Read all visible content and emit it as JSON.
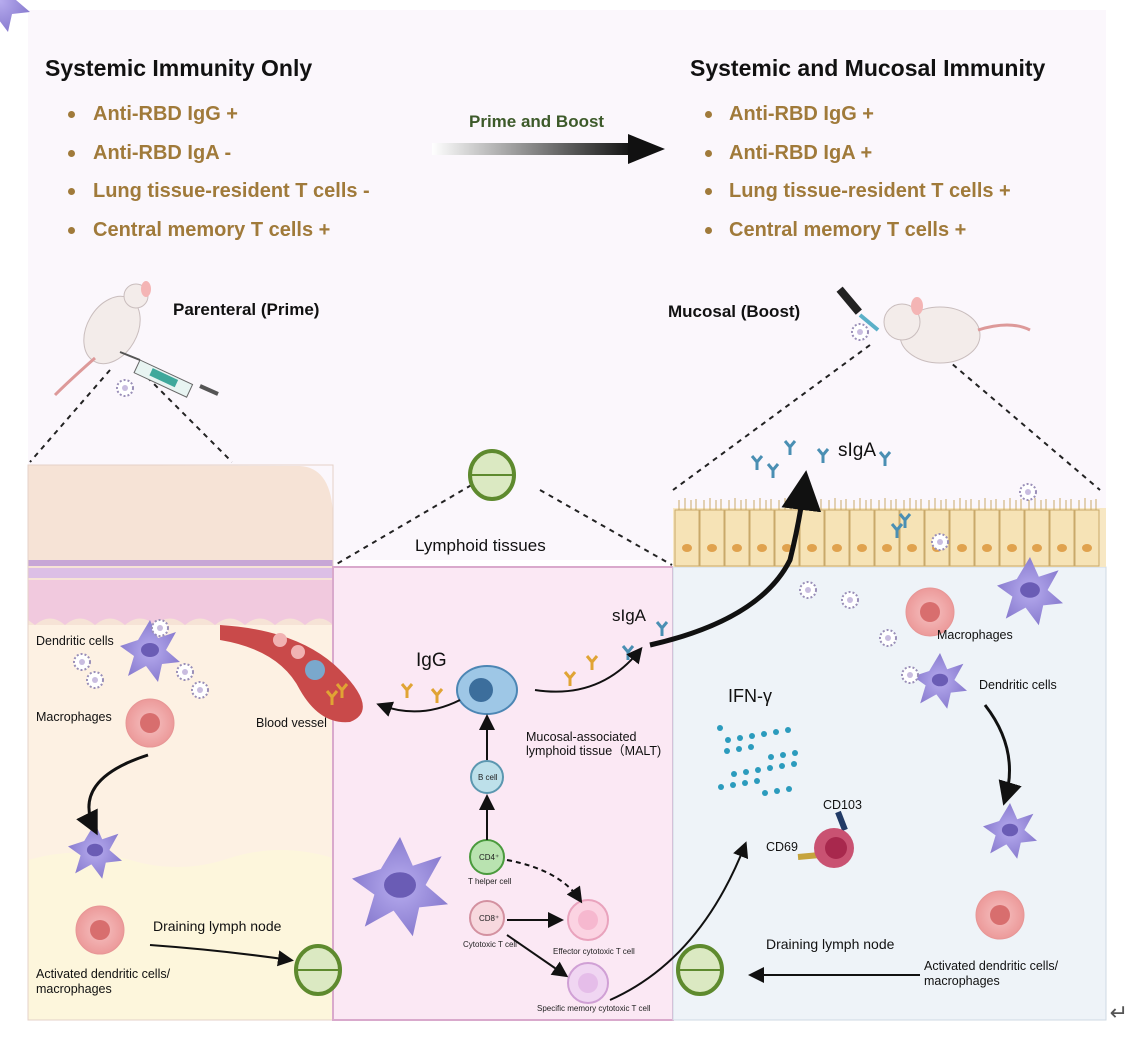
{
  "left_panel": {
    "title": "Systemic Immunity Only",
    "items": [
      "Anti-RBD IgG +",
      "Anti-RBD IgA -",
      "Lung tissue-resident T cells -",
      "Central memory T cells +"
    ],
    "route": "Parenteral (Prime)"
  },
  "arrow_label": "Prime and Boost",
  "right_panel": {
    "title": "Systemic and Mucosal Immunity",
    "items": [
      "Anti-RBD IgG +",
      "Anti-RBD IgA +",
      "Lung tissue-resident T cells +",
      "Central memory T cells +"
    ],
    "route": "Mucosal (Boost)"
  },
  "skin_section": {
    "dendritic": "Dendritic cells",
    "macrophages": "Macrophages",
    "blood_vessel": "Blood vessel",
    "draining": "Draining lymph node",
    "activated": "Activated dendritic cells/\nmacrophages"
  },
  "lymphoid": {
    "title": "Lymphoid tissues",
    "igg": "IgG",
    "siga": "sIgA",
    "malt": "Mucosal-associated\nlymphoid tissue（MALT)",
    "b_cell": "B cell",
    "cd4": "CD4⁺",
    "t_helper": "T helper cell",
    "cd8": "CD8⁺",
    "cytotoxic": "Cytotoxic T cell",
    "effector": "Effector cytotoxic T cell",
    "memory": "Specific memory cytotoxic T cell"
  },
  "mucosa": {
    "siga": "sIgA",
    "macrophages": "Macrophages",
    "dendritic": "Dendritic cells",
    "ifn": "IFN-γ",
    "cd103": "CD103",
    "cd69": "CD69",
    "draining": "Draining lymph node",
    "activated": "Activated dendritic cells/\nmacrophages"
  },
  "corner_mark": "↵",
  "colors": {
    "gold_text": "#a07a3a",
    "title_green": "#3d5a2a",
    "dc_purple": "#9b8fd6",
    "macrophage_pink": "#f0a0a0",
    "lymphoid_bg": "#fbe8f4",
    "mucosa_bg": "#eef3f8",
    "skin_bg": "#fdf1e3"
  }
}
